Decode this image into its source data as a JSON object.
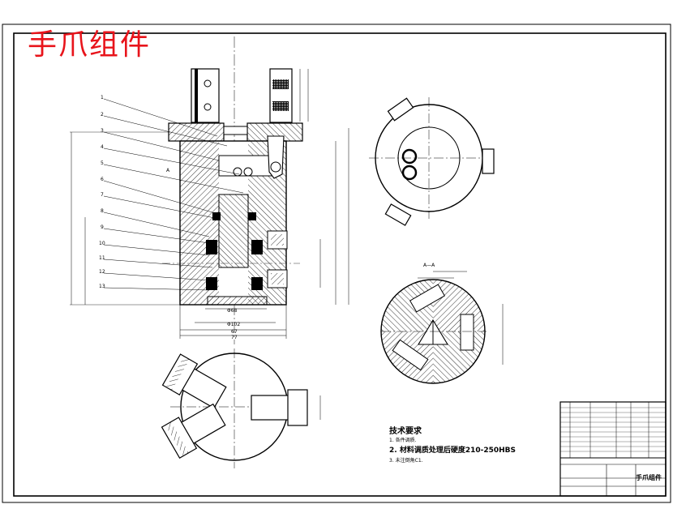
{
  "drawing": {
    "title": "手爪组件",
    "technical_requirements": {
      "heading": "技术要求",
      "items": [
        "1. 各件调质.",
        "2. 材料调质处理后硬度210-250HBS",
        "3. 未注倒角C1."
      ]
    },
    "title_block": {
      "part_name": "手爪组件"
    },
    "leader_numbers": [
      "1",
      "2",
      "3",
      "4",
      "5",
      "6",
      "7",
      "8",
      "9",
      "10",
      "11",
      "12",
      "13"
    ],
    "dimensions": {
      "d1": "Φ68",
      "d2": "Φ102",
      "w1": "67",
      "w2": "77",
      "section_label": "A—A",
      "view_label": "A"
    },
    "colors": {
      "title": "#e8141b",
      "line": "#000000",
      "center_line": "#000000"
    }
  }
}
